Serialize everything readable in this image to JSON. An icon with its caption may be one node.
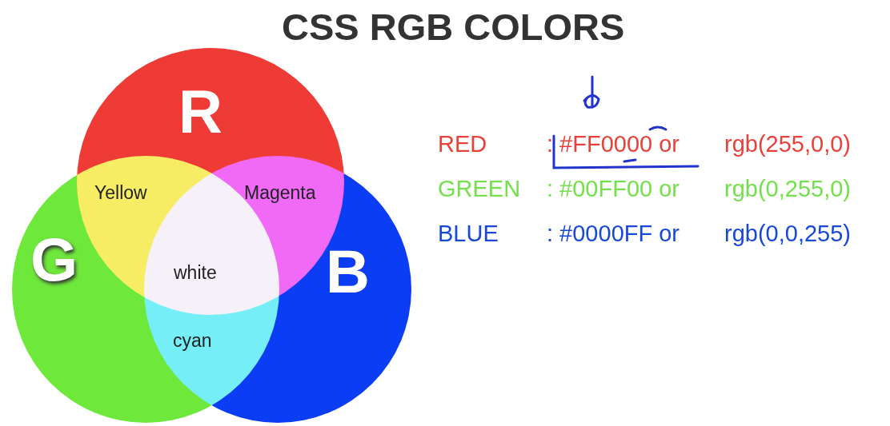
{
  "diagram": {
    "title": "CSS RGB COLORS",
    "nodes": [
      {
        "text": [
          "R"
        ]
      },
      {
        "text": [
          "G"
        ]
      },
      {
        "text": [
          "B"
        ]
      }
    ],
    "labels": [
      "Yellow",
      "Magenta",
      "white",
      "cyan",
      "RED",
      ": #FF0000 or",
      "rgb(255,0,0)",
      "GREEN",
      ": #00FF00 or",
      "rgb(0,255,0)",
      "BLUE",
      ": #0000FF or",
      "rgb(0,0,255)"
    ]
  }
}
